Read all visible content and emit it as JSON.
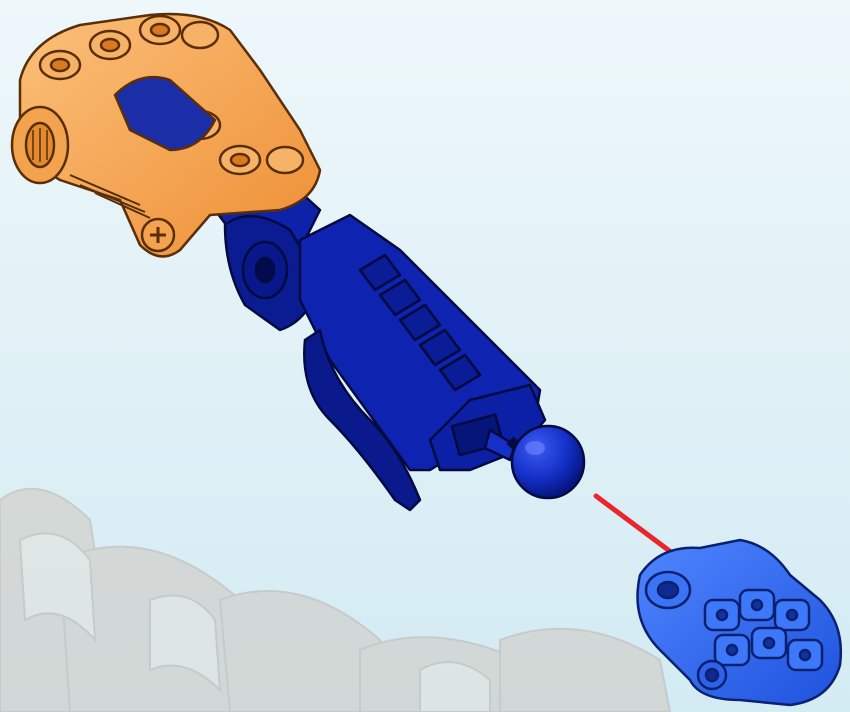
{
  "scene": {
    "kind": "building-instruction-step",
    "parts": [
      {
        "name": "orange-connector-piece",
        "color": "#F5A04A"
      },
      {
        "name": "blue-arm-assembly",
        "color": "#0B1FA0"
      },
      {
        "name": "blue-ball-joint",
        "color": "#1430C8"
      },
      {
        "name": "blue-hand-piece",
        "color": "#2A63F0"
      }
    ],
    "arrow": {
      "color": "#E8262B",
      "meaning": "attach-hand-to-ball-joint"
    },
    "background": {
      "sky_top": "#E9F4F8",
      "sky_bottom": "#D6ECF3",
      "ruins_color": "#CFC8C0"
    }
  }
}
